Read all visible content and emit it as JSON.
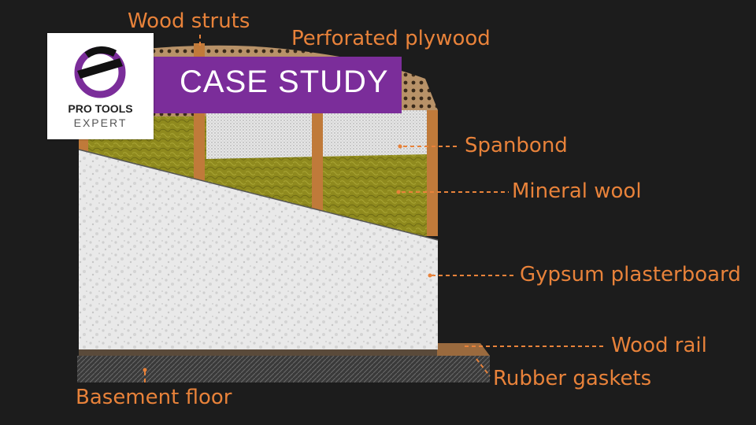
{
  "banner": {
    "text": "CASE STUDY"
  },
  "logo": {
    "line1": "PRO TOOLS",
    "line2": "EXPERT"
  },
  "labels": {
    "wood_struts": "Wood struts",
    "perforated_plywood": "Perforated plywood",
    "spanbond": "Spanbond",
    "mineral_wool": "Mineral wool",
    "gypsum": "Gypsum plasterboard",
    "wood_rail": "Wood rail",
    "rubber_gaskets": "Rubber gaskets",
    "basement_floor": "Basement floor"
  },
  "colors": {
    "background": "#1c1c1c",
    "label": "#e8823a",
    "banner": "#7b2d9a",
    "mineral_wool": "#8f8a1e",
    "plywood": "#b89268",
    "gypsum": "#e9e9e9",
    "strut": "#c07a3a",
    "floor": "#3a3a3a"
  }
}
